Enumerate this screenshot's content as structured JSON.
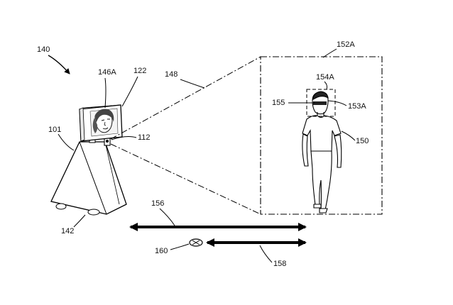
{
  "labels": {
    "system": "140",
    "robot": "101",
    "base": "142",
    "screen": "122",
    "screen_face": "146A",
    "camera": "112",
    "camera_view": "148",
    "image_frame": "152A",
    "face_box": "154A",
    "face_marker": "155",
    "face_detail": "153A",
    "person": "150",
    "distance_arrow_top": "156",
    "target_point": "160",
    "distance_arrow_bottom": "158"
  }
}
